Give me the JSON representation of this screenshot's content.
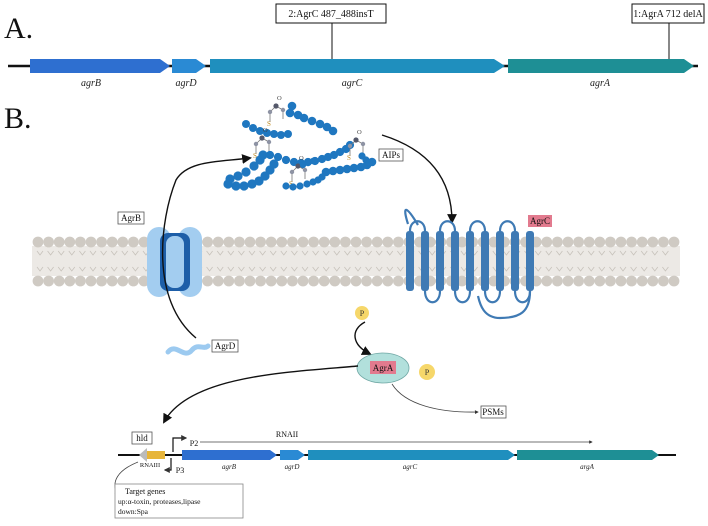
{
  "panel_a": {
    "label": "A.",
    "genes": [
      "agrB",
      "agrD",
      "agrC",
      "agrA"
    ],
    "mutations": [
      "2:AgrC 487_488insT",
      "1:AgrA 712 delA"
    ]
  },
  "panel_b": {
    "label": "B.",
    "labels": {
      "aips": "AIPs",
      "agrb": "AgrB",
      "agrc": "AgrC",
      "agrd": "AgrD",
      "agra": "AgrA",
      "phospho": "P",
      "psms": "PSMs",
      "hld": "hld",
      "rnaii": "RNAII",
      "rnaiii": "RNAIII",
      "p2": "P2",
      "p3": "P3",
      "s": "S",
      "o": "O"
    },
    "operon_genes": [
      "agrB",
      "agrD",
      "agrC",
      "argA"
    ],
    "target_genes": {
      "title": "Target genes",
      "up": "up:α-toxin, proteases,lipase",
      "down": "down:Spa"
    }
  },
  "colors": {
    "agrB": "#2e6fd0",
    "agrD": "#2a8ad4",
    "agrC": "#1f8fbe",
    "agrA": "#1e8f95",
    "bead": "#1f77c0",
    "membrane_head": "#cfcac3",
    "membrane_core": "#ece9e5",
    "receptor": "#3f7ab4",
    "channel_light": "#a3cdf0",
    "channel_dark": "#1d5ea8",
    "agrd_peptide": "#9ccaf0",
    "agra_ellipse": "#b2e0dc",
    "pink_label": "#e27a8e",
    "phospho_yellow": "#f6d76a",
    "hld_yellow": "#e7b53a"
  }
}
